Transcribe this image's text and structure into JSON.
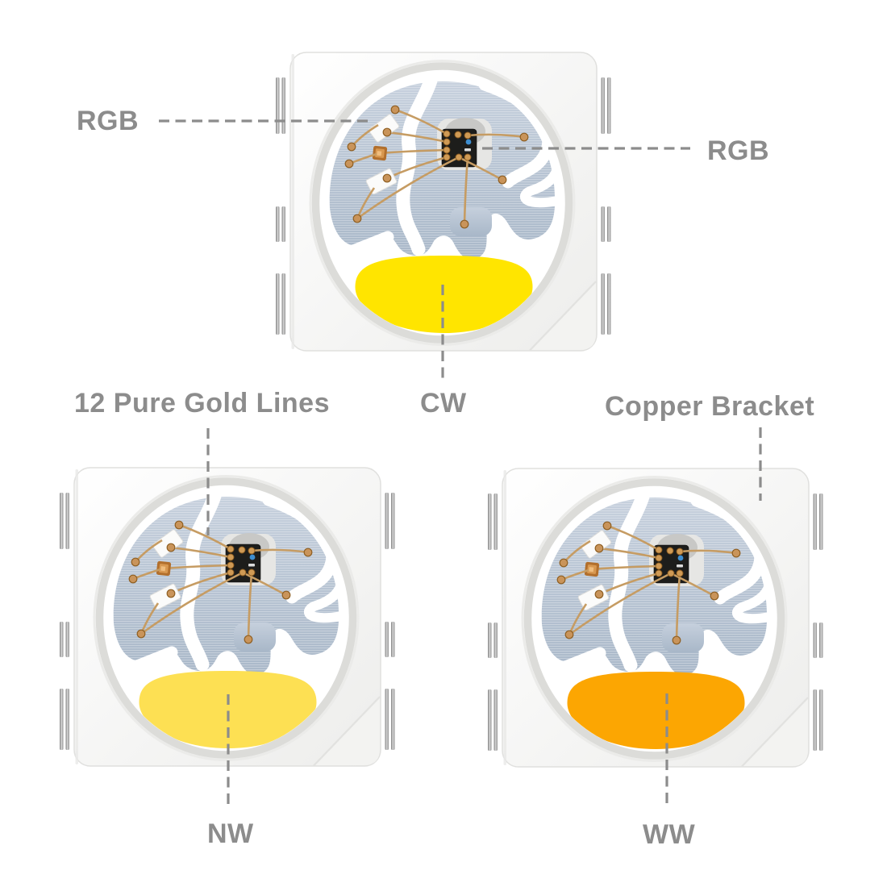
{
  "labels": {
    "rgb_left": "RGB",
    "rgb_right": "RGB",
    "cw": "CW",
    "gold_lines": "12 Pure Gold Lines",
    "copper_bracket": "Copper Bracket",
    "nw": "NW",
    "ww": "WW"
  },
  "colors": {
    "background": "#ffffff",
    "label_text": "#8c8c8c",
    "leader_line": "#8c8c8c",
    "package_body": "#f8f8f6",
    "pin_metal": "#9a9a9a",
    "substrate_blue_gray": "#b9c5d3",
    "gold_wire": "#c69c63",
    "ic_body": "#1d1d1b",
    "ic_marker_blue": "#3e8ed0",
    "copper_die": "#b26f2c",
    "phosphor_cw": "#ffe500",
    "phosphor_nw": "#fde053",
    "phosphor_ww": "#fca602"
  },
  "leds": [
    {
      "id": "cw",
      "phosphor": "#ffe500"
    },
    {
      "id": "nw",
      "phosphor": "#fde053"
    },
    {
      "id": "ww",
      "phosphor": "#fca602"
    }
  ]
}
